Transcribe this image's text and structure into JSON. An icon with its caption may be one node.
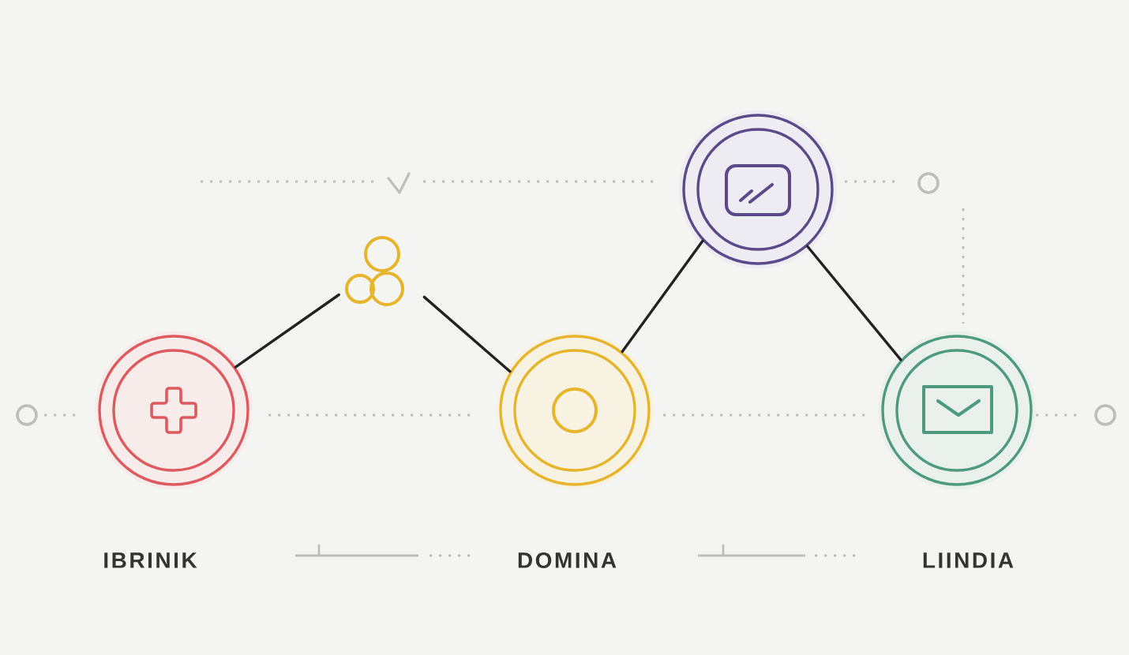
{
  "diagram": {
    "nodes": [
      {
        "text": [],
        "shape": "circle",
        "beside": [
          "IBRINIK"
        ]
      },
      {
        "text": [],
        "shape": "picture"
      },
      {
        "text": [],
        "shape": "circle",
        "beside": [
          "DOMINA"
        ]
      },
      {
        "text": [],
        "shape": "circle"
      },
      {
        "text": [],
        "shape": "circle",
        "beside": [
          "LIINDIA"
        ]
      }
    ],
    "edges": [
      {
        "from": 0,
        "to": 1,
        "arrow": "none"
      },
      {
        "from": 1,
        "to": 2,
        "arrow": "none"
      },
      {
        "from": 2,
        "to": 3,
        "arrow": "none"
      },
      {
        "from": 3,
        "to": 4,
        "arrow": "none"
      }
    ]
  }
}
